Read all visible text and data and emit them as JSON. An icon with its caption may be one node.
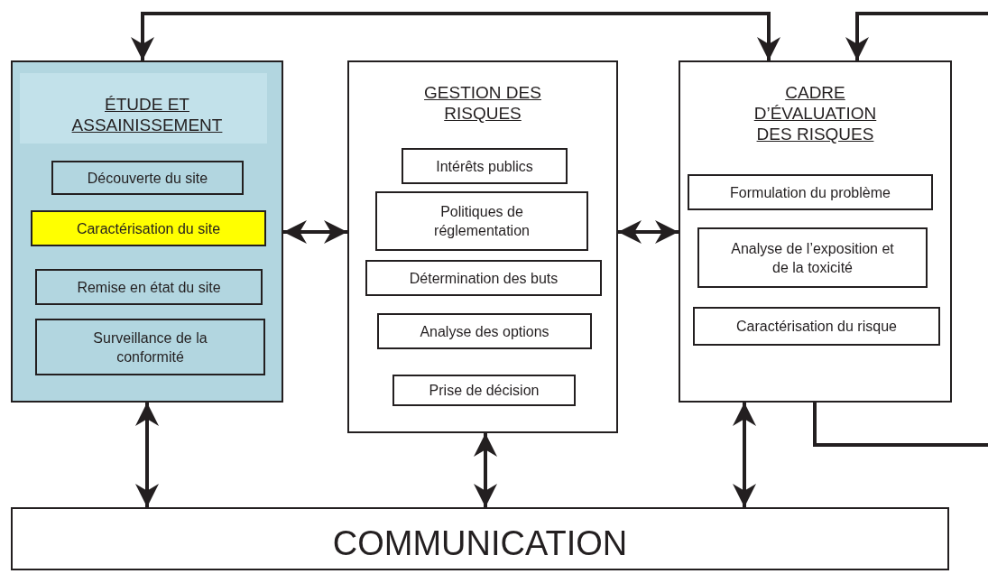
{
  "diagram": {
    "nodes": [
      {
        "text": [
          "ÉTUDE ET ASSAINISSEMENT"
        ]
      },
      {
        "text": [
          "Découverte du site"
        ],
        "in": 0
      },
      {
        "text": [
          "Caractérisation du site"
        ],
        "in": 0
      },
      {
        "text": [
          "Remise en état du site"
        ],
        "in": 0
      },
      {
        "text": [
          "Surveillance de la conformité"
        ],
        "in": 0
      },
      {
        "text": [
          "GESTION DES RISQUES"
        ]
      },
      {
        "text": [
          "Intérêts publics"
        ],
        "in": 5
      },
      {
        "text": [
          "Politiques de réglementation"
        ],
        "in": 5
      },
      {
        "text": [
          "Détermination des buts"
        ],
        "in": 5
      },
      {
        "text": [
          "Analyse des options"
        ],
        "in": 5
      },
      {
        "text": [
          "Prise de décision"
        ],
        "in": 5
      },
      {
        "text": [
          "CADRE D’ÉVALUATION DES RISQUES"
        ]
      },
      {
        "text": [
          "Formulation du problème"
        ],
        "in": 11
      },
      {
        "text": [
          "Analyse de l’exposition et de la toxicité"
        ],
        "in": 11
      },
      {
        "text": [
          "Caractérisation du risque"
        ],
        "in": 11
      },
      {
        "text": [
          "COMMUNICATION"
        ]
      }
    ],
    "edges": [
      {
        "from": 0,
        "to": 11,
        "arrow": "both"
      },
      {
        "from": 11,
        "to": null,
        "arrow": "none"
      },
      {
        "from": null,
        "to": 11,
        "arrow": "to"
      },
      {
        "from": 0,
        "to": 5,
        "arrow": "both"
      },
      {
        "from": 5,
        "to": 11,
        "arrow": "both"
      },
      {
        "from": 0,
        "to": 15,
        "arrow": "both"
      },
      {
        "from": 5,
        "to": 15,
        "arrow": "both"
      },
      {
        "from": 11,
        "to": 15,
        "arrow": "both"
      }
    ]
  }
}
